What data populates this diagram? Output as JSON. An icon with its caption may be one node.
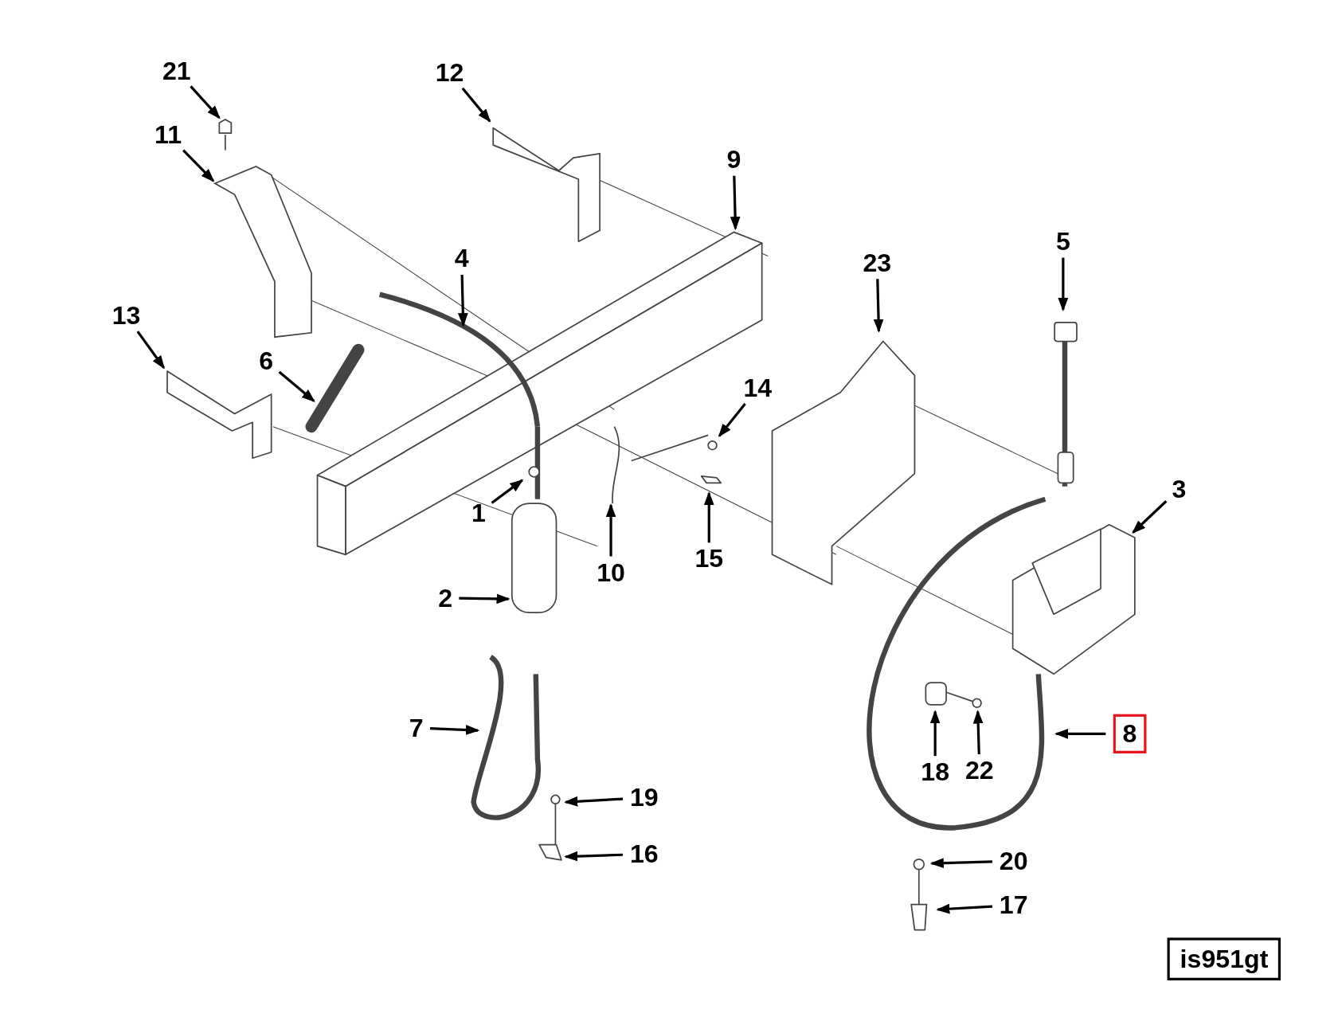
{
  "diagram": {
    "nodes": [
      {
        "text": [
          "21"
        ]
      },
      {
        "text": [
          "12"
        ]
      },
      {
        "text": [
          "11"
        ]
      },
      {
        "text": [
          "9"
        ]
      },
      {
        "text": [
          "4"
        ]
      },
      {
        "text": [
          "5"
        ]
      },
      {
        "text": [
          "23"
        ]
      },
      {
        "text": [
          "13"
        ]
      },
      {
        "text": [
          "6"
        ]
      },
      {
        "text": [
          "14"
        ]
      },
      {
        "text": [
          "3"
        ]
      },
      {
        "text": [
          "1"
        ]
      },
      {
        "text": [
          "15"
        ]
      },
      {
        "text": [
          "10"
        ]
      },
      {
        "text": [
          "2"
        ]
      },
      {
        "text": [
          "8"
        ]
      },
      {
        "text": [
          "7"
        ]
      },
      {
        "text": [
          "18"
        ]
      },
      {
        "text": [
          "22"
        ]
      },
      {
        "text": [
          "19"
        ]
      },
      {
        "text": [
          "16"
        ]
      },
      {
        "text": [
          "20"
        ]
      },
      {
        "text": [
          "17"
        ]
      },
      {
        "text": [
          "is951gt"
        ]
      },
      {
        "text": [],
        "shape": "picture"
      },
      {
        "text": [],
        "shape": "picture"
      }
    ],
    "edges": [
      {
        "from": 0,
        "to": 24,
        "arrow": "to"
      },
      {
        "from": 1,
        "to": null,
        "arrow": "to"
      },
      {
        "from": 2,
        "to": 25,
        "arrow": "to"
      },
      {
        "from": 3,
        "to": null,
        "arrow": "to"
      },
      {
        "from": 4,
        "to": null,
        "arrow": "to"
      },
      {
        "from": 5,
        "to": null,
        "arrow": "to"
      },
      {
        "from": 6,
        "to": null,
        "arrow": "to"
      },
      {
        "from": 7,
        "to": null,
        "arrow": "to"
      },
      {
        "from": 8,
        "to": null,
        "arrow": "to"
      },
      {
        "from": 9,
        "to": null,
        "arrow": "to"
      },
      {
        "from": 10,
        "to": null,
        "arrow": "to"
      },
      {
        "from": 11,
        "to": null,
        "arrow": "to"
      },
      {
        "from": 12,
        "to": null,
        "arrow": "to"
      },
      {
        "from": 13,
        "to": null,
        "arrow": "to"
      },
      {
        "from": 14,
        "to": null,
        "arrow": "to"
      },
      {
        "from": 15,
        "to": null,
        "arrow": "to"
      },
      {
        "from": 16,
        "to": null,
        "arrow": "to"
      },
      {
        "from": 17,
        "to": null,
        "arrow": "to"
      },
      {
        "from": 18,
        "to": null,
        "arrow": "to"
      },
      {
        "from": 19,
        "to": null,
        "arrow": "to"
      },
      {
        "from": 20,
        "to": null,
        "arrow": "to"
      },
      {
        "from": 21,
        "to": null,
        "arrow": "to"
      },
      {
        "from": 22,
        "to": null,
        "arrow": "to"
      }
    ]
  }
}
